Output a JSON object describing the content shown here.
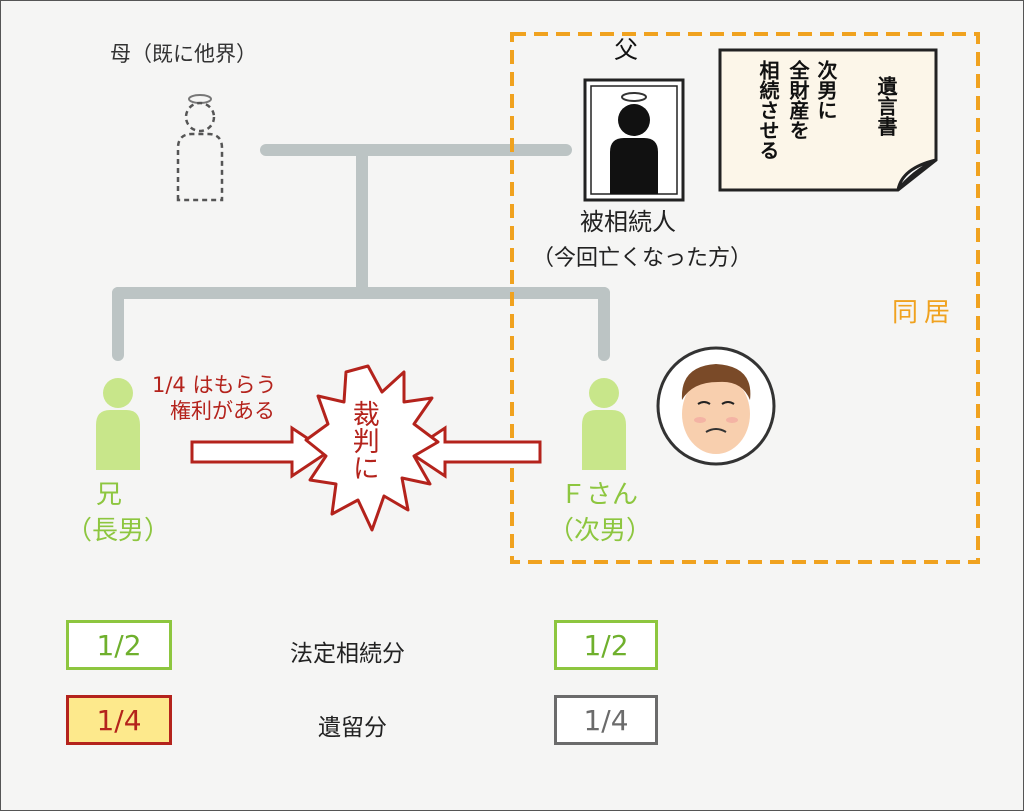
{
  "mother_label": "母（既に他界）",
  "father_label": "父",
  "deceased_label": "被相続人",
  "deceased_note": "（今回亡くなった方）",
  "will": {
    "title": "遺言書",
    "line1": "次男に",
    "line2": "全財産を",
    "line3": "相続させる"
  },
  "cohabitation_label": "同居",
  "claim": {
    "line1": "1/4 はもらう",
    "line2": "権利がある"
  },
  "court_label": "裁判に",
  "elder_son": {
    "name": "兄",
    "role": "（長男）"
  },
  "younger_son": {
    "name": "Ｆさん",
    "role": "（次男）"
  },
  "legal_share": {
    "label": "法定相続分",
    "elder": "1/2",
    "younger": "1/2"
  },
  "reserved_share": {
    "label": "遺留分",
    "elder": "1/4",
    "younger": "1/4"
  },
  "colors": {
    "green": "#8dc63f",
    "red": "#b4231c",
    "orange": "#f0a21f",
    "gray": "#bcc4c4",
    "highlight": "#fde98c"
  }
}
